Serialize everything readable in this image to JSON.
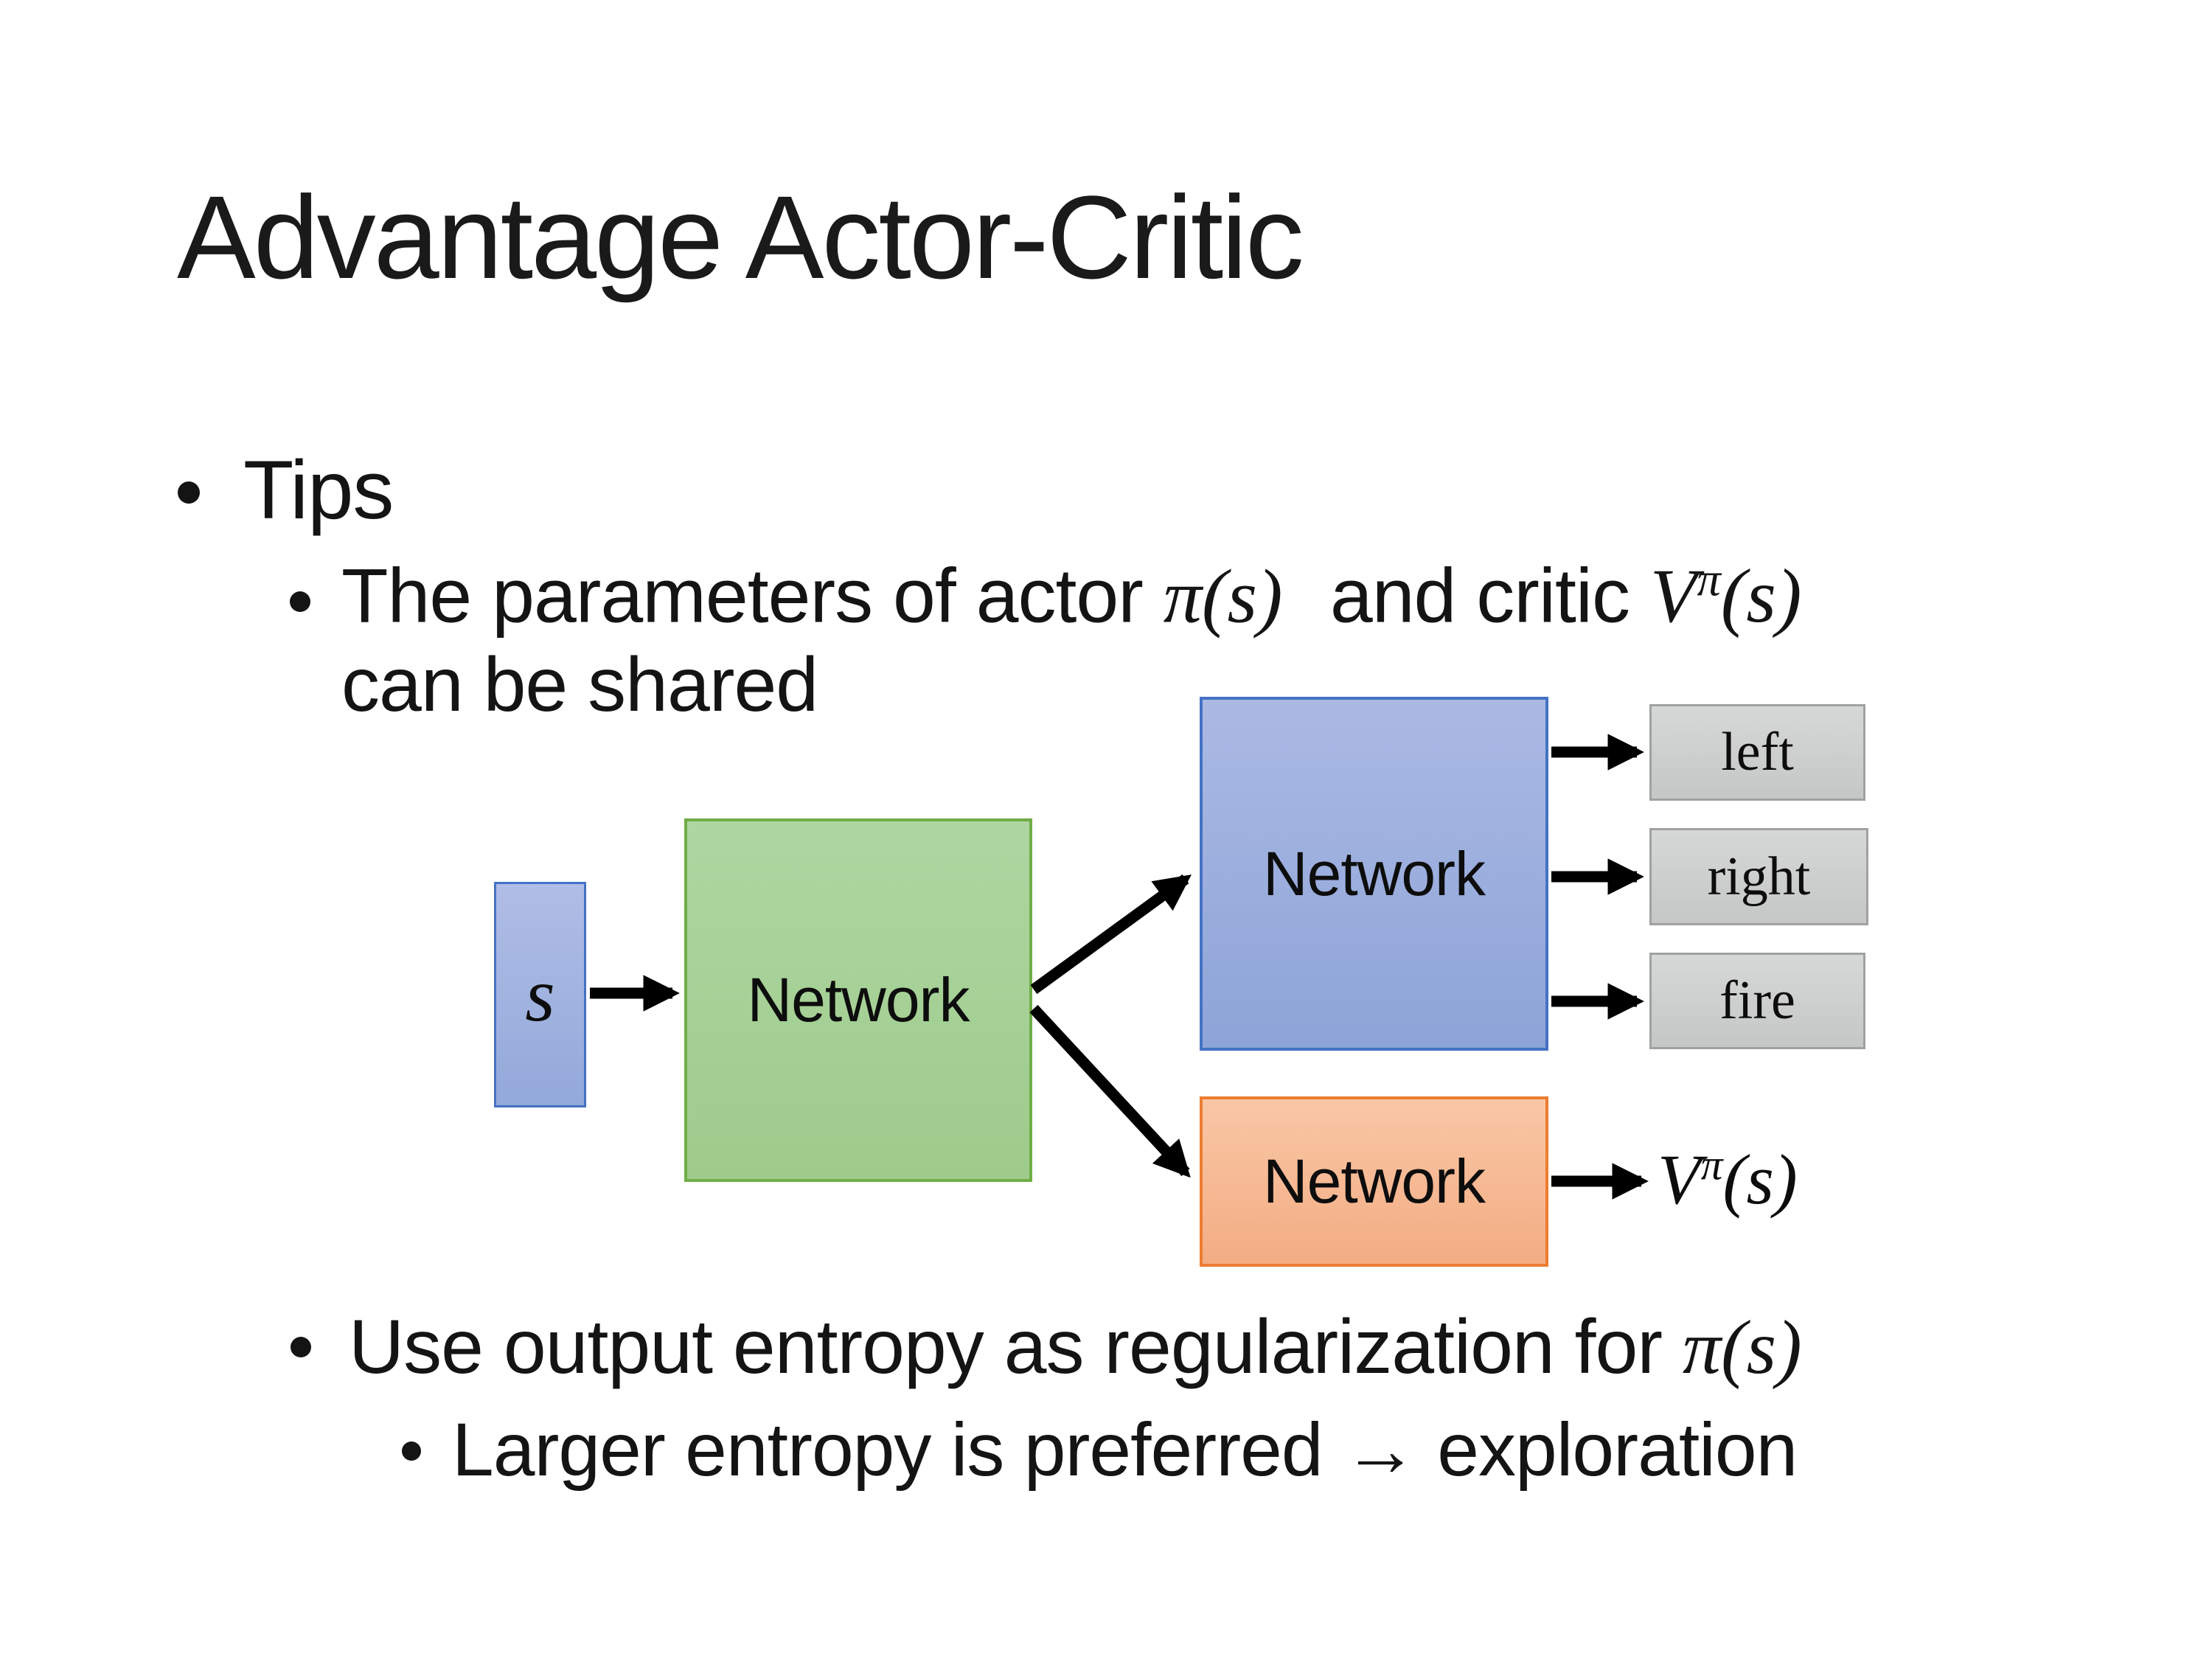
{
  "title": "Advantage Actor-Critic",
  "bullets": {
    "tips": "Tips",
    "b1_pre": "The parameters of actor ",
    "b1_math_pi": "π(s)",
    "b1_mid": " and critic ",
    "b1_v_base": "V",
    "b1_v_sup": "π",
    "b1_v_args": "(s)",
    "b1_line2": "can be shared",
    "b2_pre": "Use output entropy as regularization for ",
    "b2_math_pi": "π(s)",
    "b3": "Larger entropy is preferred → exploration"
  },
  "diagram": {
    "state_label": "s",
    "shared_network": "Network",
    "actor_network": "Network",
    "critic_network": "Network",
    "action_left": "left",
    "action_right": "right",
    "action_fire": "fire",
    "value_base": "V",
    "value_sup": "π",
    "value_args": "(s)",
    "colors": {
      "state_fill": "#a3b3e0",
      "state_border": "#4472c4",
      "shared_fill": "#a9d18e",
      "shared_border": "#70ad47",
      "actor_fill": "#9fafdd",
      "actor_border": "#4472c4",
      "critic_fill": "#f6ba94",
      "critic_border": "#ed7d31",
      "action_fill": "#cdcfce",
      "action_border": "#a0a2a1",
      "arrow": "#000000"
    }
  }
}
